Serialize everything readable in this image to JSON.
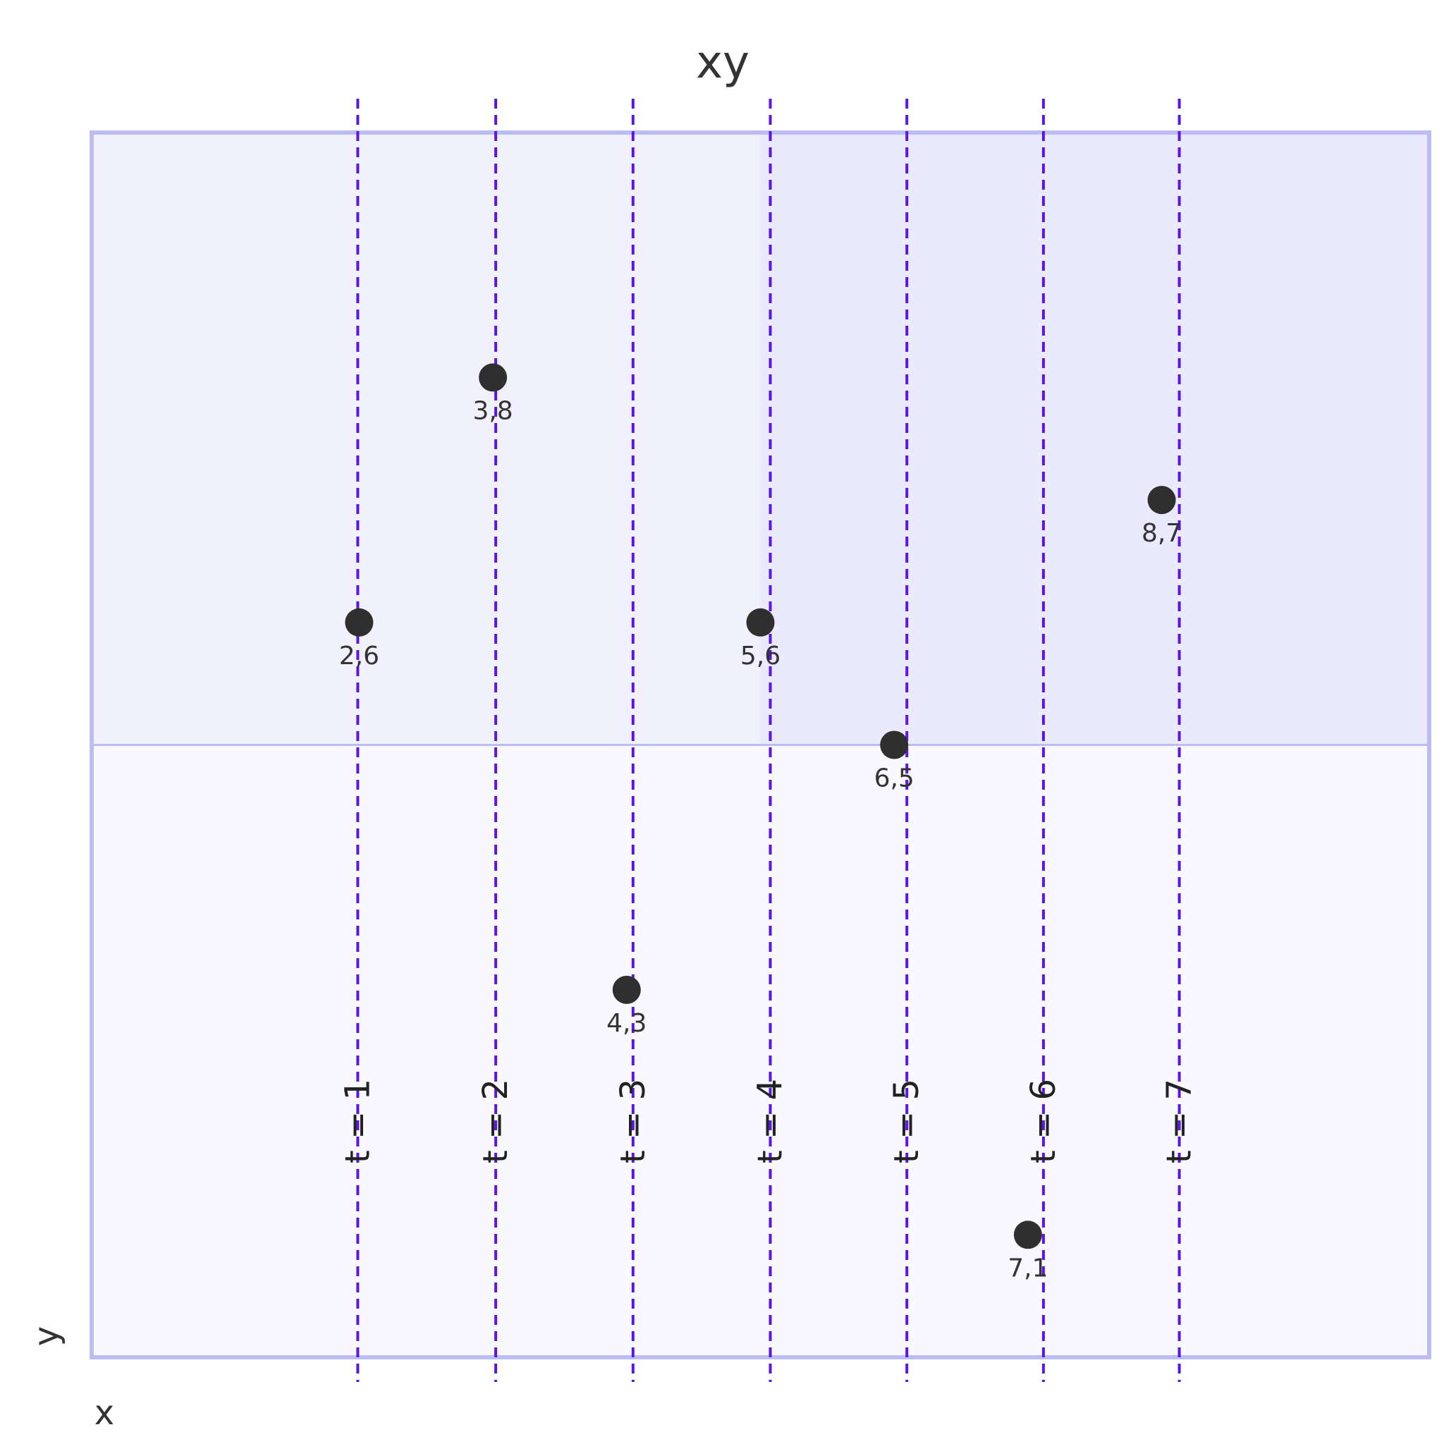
{
  "chart_data": {
    "type": "scatter",
    "title": "xy",
    "xlabel": "x",
    "ylabel": "y",
    "xlim": [
      0,
      10
    ],
    "ylim": [
      0,
      10
    ],
    "quadrants": true,
    "points": [
      {
        "x": 2,
        "y": 6,
        "label": "2,6"
      },
      {
        "x": 3,
        "y": 8,
        "label": "3,8"
      },
      {
        "x": 4,
        "y": 3,
        "label": "4,3"
      },
      {
        "x": 5,
        "y": 6,
        "label": "5,6"
      },
      {
        "x": 6,
        "y": 5,
        "label": "6,5"
      },
      {
        "x": 7,
        "y": 1,
        "label": "7,1"
      },
      {
        "x": 8,
        "y": 7,
        "label": "8,7"
      }
    ],
    "markers": [
      {
        "x": 2,
        "label": "t = 1"
      },
      {
        "x": 3,
        "label": "t = 2"
      },
      {
        "x": 4,
        "label": "t = 3"
      },
      {
        "x": 5,
        "label": "t = 4"
      },
      {
        "x": 6,
        "label": "t = 5"
      },
      {
        "x": 7,
        "label": "t = 6"
      },
      {
        "x": 8,
        "label": "t = 7"
      }
    ]
  },
  "colors": {
    "frame": "#bdbdf5",
    "quadrant_top_left": "#f1f0fd",
    "quadrant_top_right": "#ebe9fc",
    "quadrant_bottom": "#f8f8fe",
    "marker_line": "#5a16e6",
    "point": "#2f2f2f"
  }
}
